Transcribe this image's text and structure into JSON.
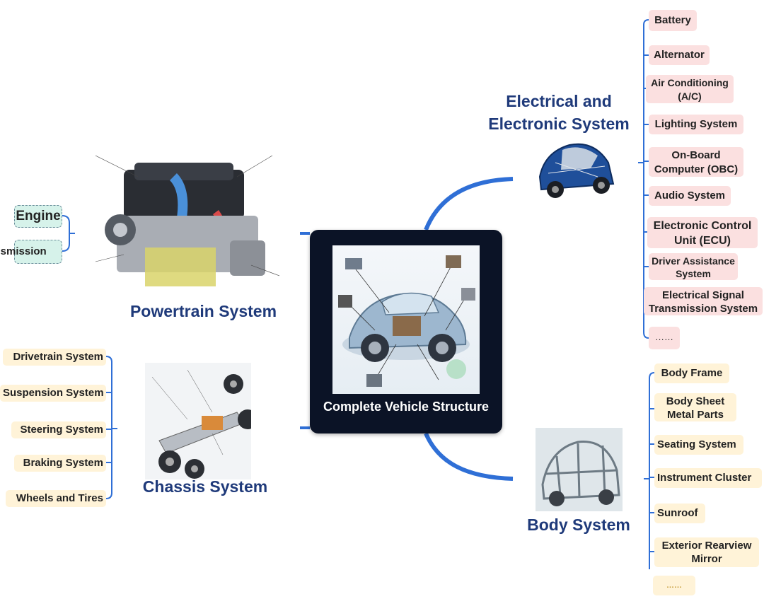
{
  "center": {
    "label": "Complete Vehicle Structure"
  },
  "powertrain": {
    "title": "Powertrain System",
    "children": [
      "Engine",
      "Transmission"
    ]
  },
  "chassis": {
    "title": "Chassis System",
    "children": [
      "Drivetrain System",
      "Suspension System",
      "Steering System",
      "Braking System",
      "Wheels and Tires"
    ]
  },
  "electrical": {
    "title_line1": "Electrical and",
    "title_line2": "Electronic System",
    "children": [
      "Battery",
      "Alternator",
      "Air Conditioning (A/C)",
      "Lighting System",
      "On-Board Computer (OBC)",
      "Audio System",
      "Electronic Control Unit (ECU)",
      "Driver Assistance System",
      "Electrical Signal Transmission System",
      "……"
    ]
  },
  "body": {
    "title": "Body System",
    "children": [
      "Body Frame",
      "Body Sheet Metal Parts",
      "Seating System",
      "Instrument Cluster",
      "Sunroof",
      "Exterior Rearview Mirror",
      "……"
    ]
  },
  "colors": {
    "title": "#1f3a7a",
    "connector": "#2f6fd6",
    "center_bg": "#0b1326",
    "leaf_pink": "#fbe0e0",
    "leaf_yellow": "#fff3d8",
    "leaf_green": "#d6f2ea"
  }
}
